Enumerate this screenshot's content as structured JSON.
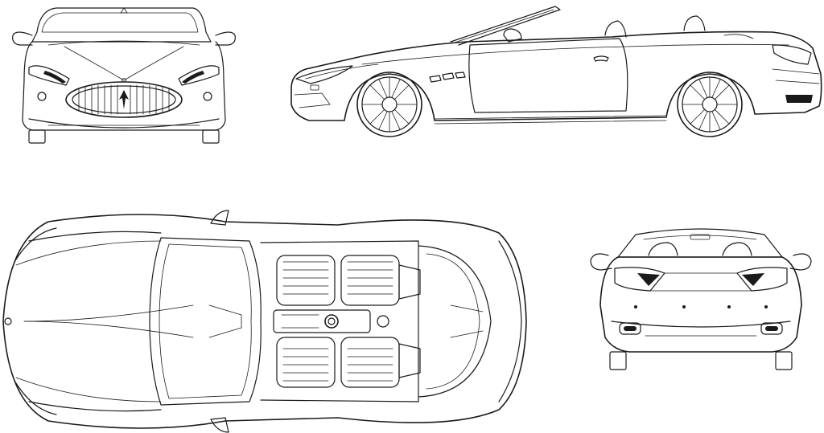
{
  "drawing": {
    "subject": "",
    "line_color": "#1a1a1a",
    "background_color": "#ffffff",
    "views": [
      {
        "id": "front",
        "label": ""
      },
      {
        "id": "side",
        "label": ""
      },
      {
        "id": "top",
        "label": ""
      },
      {
        "id": "rear",
        "label": ""
      }
    ]
  }
}
